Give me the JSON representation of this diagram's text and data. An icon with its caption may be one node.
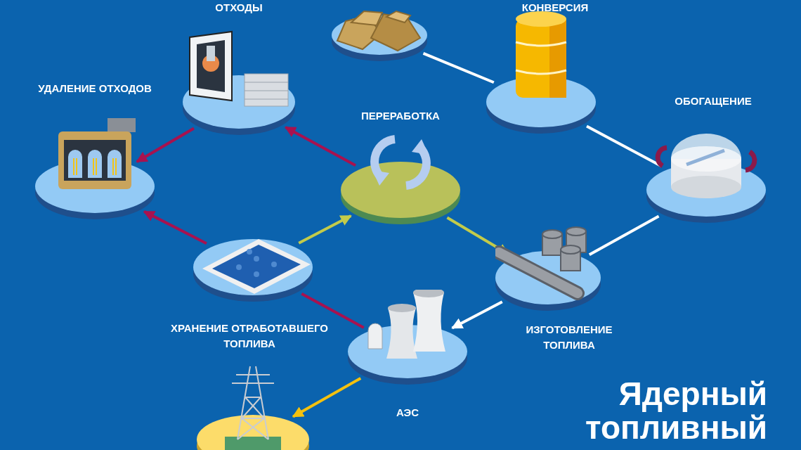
{
  "diagram": {
    "title": "Ядерный топливный",
    "nodes": [
      {
        "text": [],
        "shape": "picture"
      },
      {
        "text": [
          "КОНВЕРСИЯ"
        ]
      },
      {
        "text": [
          "ОТХОДЫ"
        ]
      },
      {
        "text": [
          "УДАЛЕНИЕ ОТХОДОВ"
        ]
      },
      {
        "text": [
          "ПЕРЕРАБОТКА"
        ]
      },
      {
        "text": [
          "ОБОГАЩЕНИЕ"
        ]
      },
      {
        "text": [
          "ХРАНЕНИЕ ОТРАБОТАВШЕГО ТОПЛИВА"
        ]
      },
      {
        "text": [
          "ИЗГОТОВЛЕНИЕ ТОПЛИВА"
        ]
      },
      {
        "text": [
          "АЭС"
        ]
      },
      {
        "text": [],
        "shape": "picture"
      }
    ],
    "edges": [
      {
        "from": 0,
        "to": 1,
        "arrow": "none"
      },
      {
        "from": 1,
        "to": 5,
        "arrow": "none"
      },
      {
        "from": 5,
        "to": 7,
        "arrow": "none"
      },
      {
        "from": 7,
        "to": 8,
        "arrow": "to"
      },
      {
        "from": 8,
        "to": 6,
        "arrow": "none",
        "color": "#a8124f"
      },
      {
        "from": 6,
        "to": 4,
        "arrow": "to",
        "color": "#c3cb4a"
      },
      {
        "from": 6,
        "to": 3,
        "arrow": "to",
        "color": "#a8124f"
      },
      {
        "from": 4,
        "to": 2,
        "arrow": "to",
        "color": "#a8124f"
      },
      {
        "from": 2,
        "to": 3,
        "arrow": "to",
        "color": "#a8124f"
      },
      {
        "from": 4,
        "to": 7,
        "arrow": "to",
        "color": "#c3cb4a"
      },
      {
        "from": 8,
        "to": 9,
        "arrow": "to",
        "color": "#f5c10e"
      }
    ]
  }
}
